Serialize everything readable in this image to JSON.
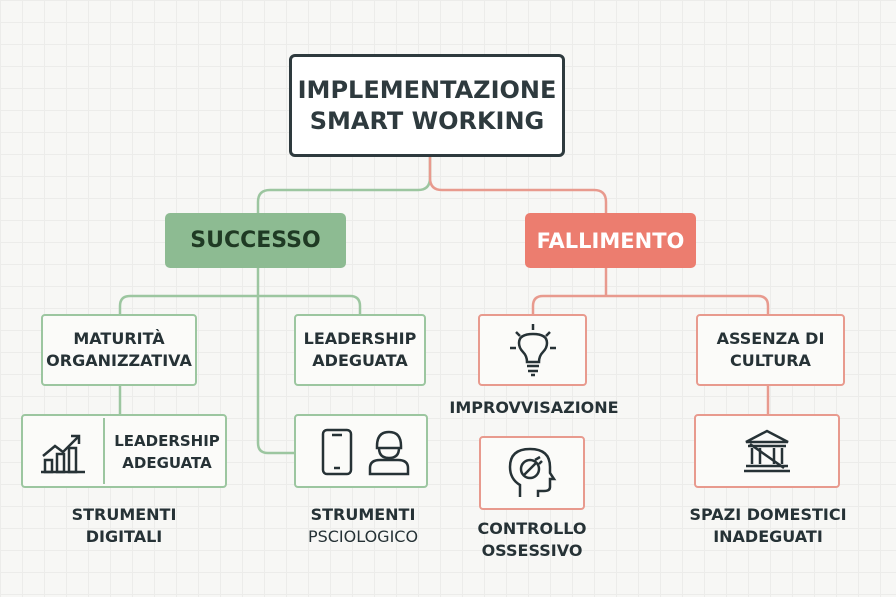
{
  "root": {
    "line1": "IMPLEMENTAZIONE",
    "line2": "SMART WORKING"
  },
  "success": {
    "title": "SUCCESSO",
    "color": "#8dbb92",
    "maturity": {
      "line1": "MATURITÀ",
      "line2": "ORGANIZZATIVA"
    },
    "leadership": {
      "line1": "LEADERSHIP",
      "line2": "ADEGUATA"
    },
    "tools_card": {
      "line1": "LEADERSHIP",
      "line2": "ADEGUATA",
      "icon": "growth-chart-icon"
    },
    "tools_label": {
      "line1": "STRUMENTI",
      "line2": "DIGITALI"
    },
    "psych_card": {
      "icons": [
        "smartphone-icon",
        "user-icon"
      ]
    },
    "psych_label": {
      "line1": "STRUMENTI",
      "line2": "PSCIOLOGICO"
    }
  },
  "failure": {
    "title": "FALLIMENTO",
    "color": "#ec7d6f",
    "improv_label": "IMPROVVISAZIONE",
    "improv_icon": "lightbulb-icon",
    "culture": {
      "line1": "ASSENZA DI",
      "line2": "CULTURA"
    },
    "control_icon": "head-control-icon",
    "control_label": {
      "line1": "CONTROLLO",
      "line2": "OSSESSIVO"
    },
    "spaces_icon": "broken-building-icon",
    "spaces_label": {
      "line1": "SPAZI DOMESTICI",
      "line2": "INADEGUATI"
    }
  }
}
